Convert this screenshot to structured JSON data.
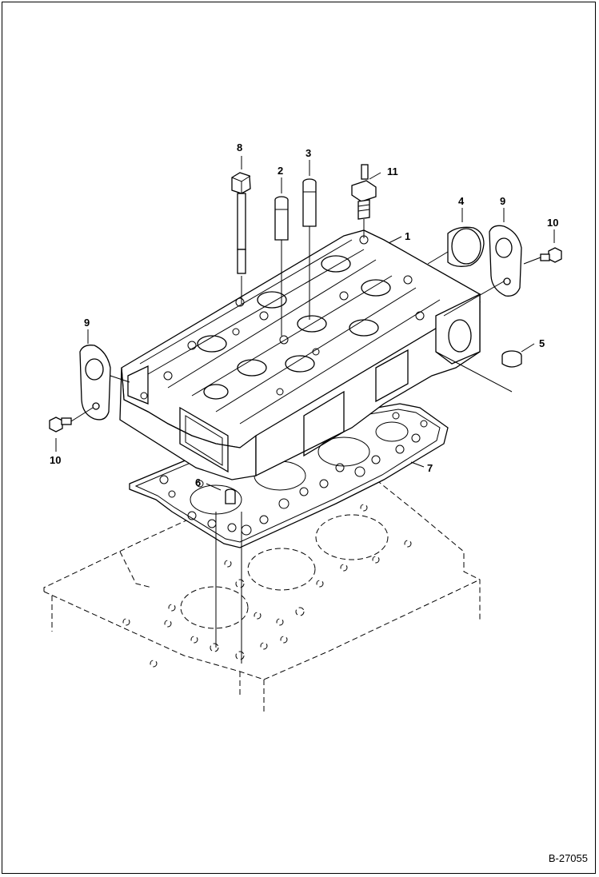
{
  "drawing_id": "B-27055",
  "callouts": [
    {
      "id": "c1",
      "label": "1"
    },
    {
      "id": "c2",
      "label": "2"
    },
    {
      "id": "c3",
      "label": "3"
    },
    {
      "id": "c4",
      "label": "4"
    },
    {
      "id": "c5",
      "label": "5"
    },
    {
      "id": "c6",
      "label": "6"
    },
    {
      "id": "c7",
      "label": "7"
    },
    {
      "id": "c8",
      "label": "8"
    },
    {
      "id": "c9a",
      "label": "9"
    },
    {
      "id": "c9b",
      "label": "9"
    },
    {
      "id": "c10a",
      "label": "10"
    },
    {
      "id": "c10b",
      "label": "10"
    },
    {
      "id": "c11",
      "label": "11"
    }
  ]
}
